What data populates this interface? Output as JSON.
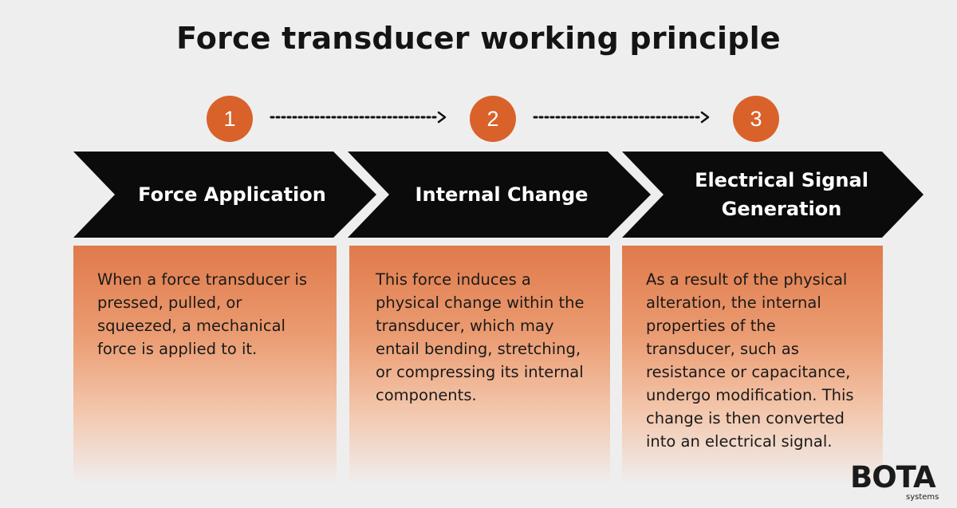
{
  "title": "Force transducer working principle",
  "colors": {
    "accent": "#d9622b",
    "chevron": "#0b0b0b",
    "background": "#efeeee"
  },
  "steps": [
    {
      "number": "1",
      "heading": "Force Application",
      "description": "When a force transducer is pressed, pulled, or squeezed, a mechanical force is applied to it."
    },
    {
      "number": "2",
      "heading": "Internal Change",
      "description": "This force induces a physical change within the transducer, which may entail bending, stretching, or compressing its internal components."
    },
    {
      "number": "3",
      "heading": "Electrical Signal Generation",
      "description": "As a result of the physical alteration, the internal properties of the transducer, such as resistance or capacitance, undergo modification. This change is then converted into an electrical signal."
    }
  ],
  "brand": {
    "name": "BOTA",
    "tagline": "systems"
  }
}
